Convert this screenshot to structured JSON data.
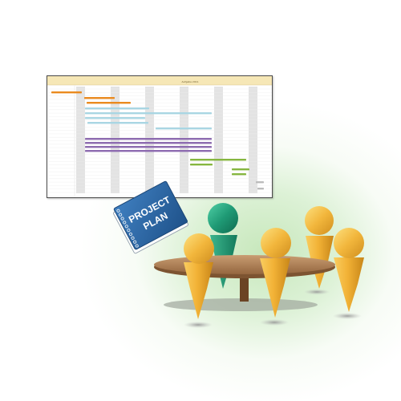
{
  "gantt": {
    "title": "Aufgabe 2011",
    "colors": {
      "header": "#f6e7b6",
      "column_shade": "#dcdcdc",
      "orange": "#ea8a1e",
      "light_blue": "#a9d6e3",
      "purple": "#8d6bb0",
      "green": "#86b640",
      "gray": "#bcbcbc"
    },
    "column_count": 8
  },
  "book": {
    "title_line1": "PROJECT",
    "title_line2": "PLAN",
    "cover_color": "#2d69a8"
  },
  "people": {
    "leader_color": "#1f9a75",
    "member_color": "#f0b33a"
  },
  "table": {
    "top_color": "#b3865c",
    "leg_color": "#6b4424"
  }
}
